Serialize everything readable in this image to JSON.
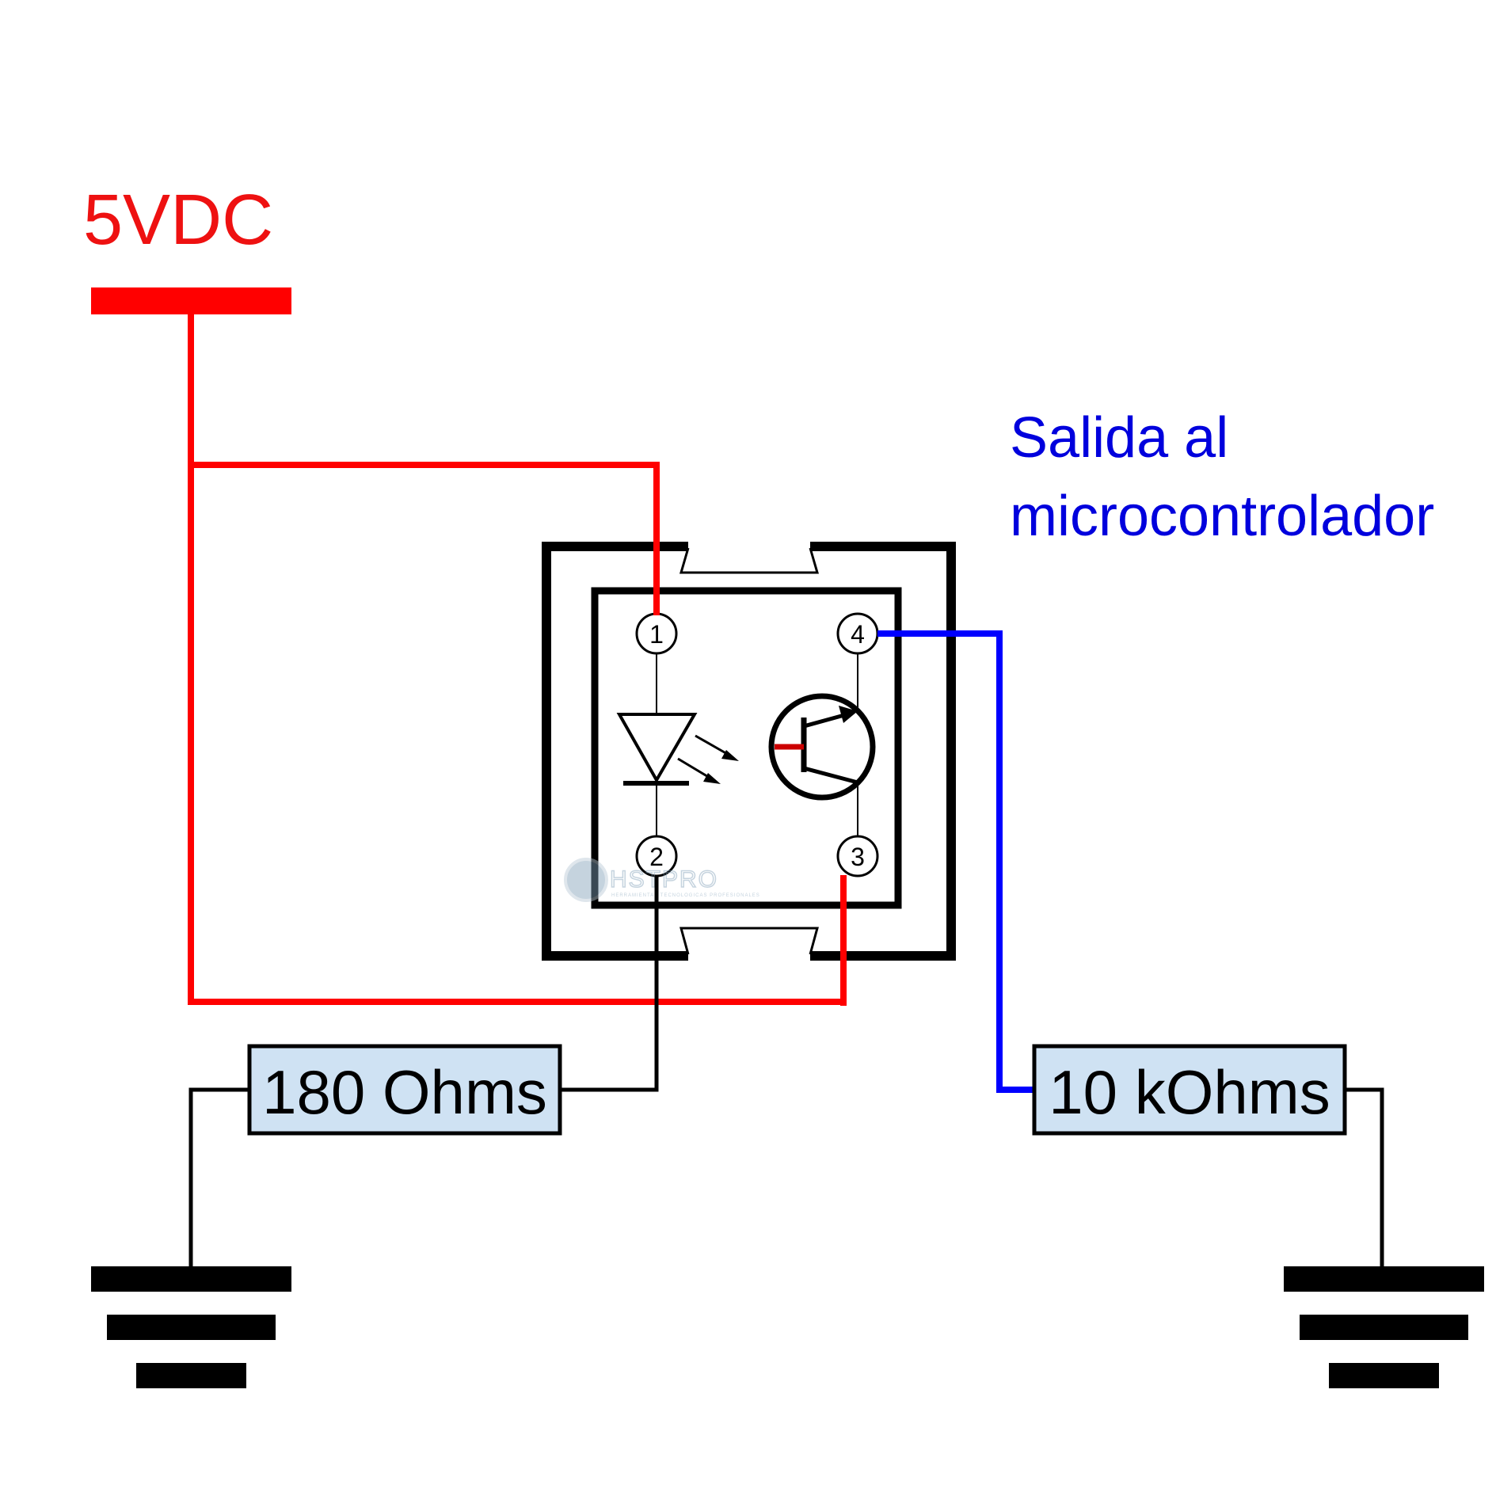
{
  "labels": {
    "supply": "5VDC",
    "output_line1": "Salida al",
    "output_line2": "microcontrolador"
  },
  "resistors": {
    "r1": "180 Ohms",
    "r2": "10 kOhms"
  },
  "pins": {
    "p1": "1",
    "p2": "2",
    "p3": "3",
    "p4": "4"
  },
  "watermark": {
    "text": "HSTPRO",
    "subtext": "HERRAMIENTAS TECNOLOGICAS PROFESIONALES"
  },
  "colors": {
    "supply": "#ff0000",
    "output": "#0000e6",
    "wire": "#000000",
    "resistor_fill": "#cfe2f3"
  }
}
